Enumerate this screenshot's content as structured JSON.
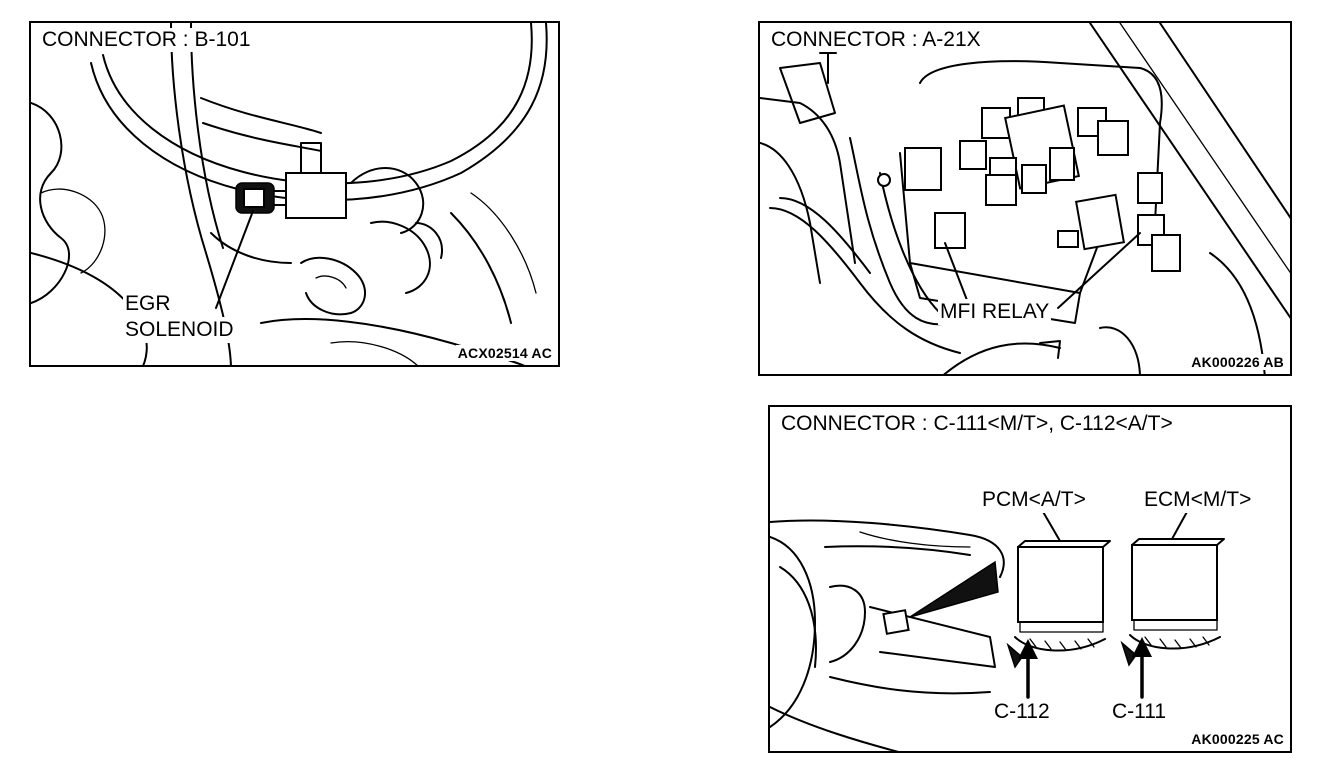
{
  "panels": {
    "egr": {
      "title": "CONNECTOR : B-101",
      "label_line1": "EGR",
      "label_line2": "SOLENOID",
      "code": "ACX02514 AC"
    },
    "mfi": {
      "title": "CONNECTOR : A-21X",
      "label": "MFI RELAY",
      "code": "AK000226 AB"
    },
    "ecm": {
      "title": "CONNECTOR : C-111<M/T>, C-112<A/T>",
      "pcm_label": "PCM<A/T>",
      "ecm_label": "ECM<M/T>",
      "c112_label": "C-112",
      "c111_label": "C-111",
      "code": "AK000225 AC"
    }
  }
}
